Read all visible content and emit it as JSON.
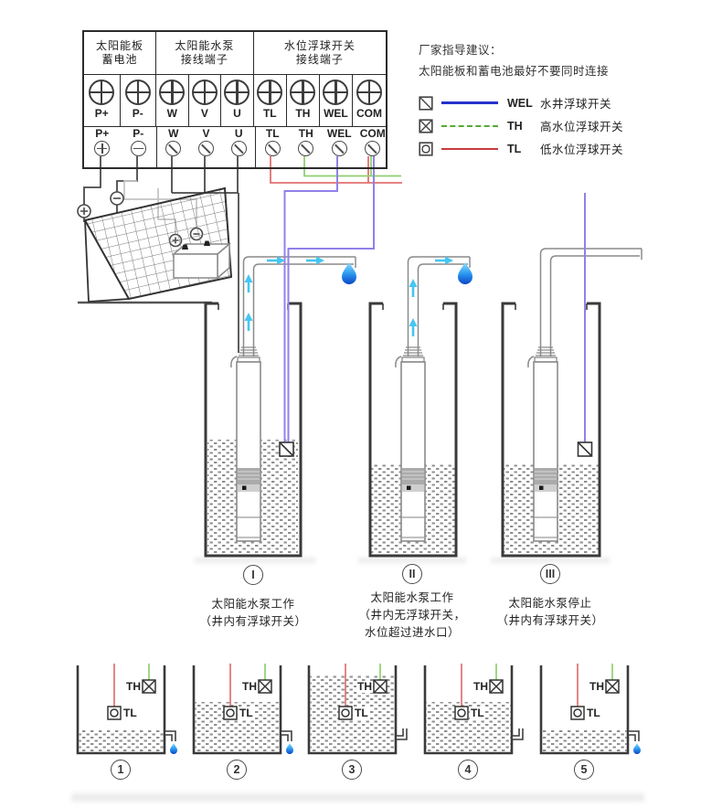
{
  "terminals": {
    "headers": [
      {
        "line1": "太阳能板",
        "line2": "蓄电池"
      },
      {
        "line1": "太阳能水泵",
        "line2": "接线端子"
      },
      {
        "line1": "水位浮球开关",
        "line2": "接线端子"
      }
    ],
    "row2": [
      "P+",
      "P-",
      "W",
      "V",
      "U",
      "TL",
      "TH",
      "WEL",
      "COM"
    ],
    "row3": [
      "P+",
      "P-",
      "W",
      "V",
      "U",
      "TL",
      "TH",
      "WEL",
      "COM"
    ]
  },
  "legend": {
    "title": "厂家指导建议：",
    "subtitle": "太阳能板和蓄电池最好不要同时连接",
    "items": [
      {
        "symbol": "square-diagonal",
        "code": "WEL",
        "label": "水井浮球开关",
        "color": "#2431cc",
        "line_style": "solid"
      },
      {
        "symbol": "square-x",
        "code": "TH",
        "label": "高水位浮球开关",
        "color": "#55aa33",
        "line_style": "dashed"
      },
      {
        "symbol": "square-circle",
        "code": "TL",
        "label": "低水位浮球开关",
        "color": "#c9393c",
        "line_style": "solid"
      }
    ]
  },
  "scenarios": [
    {
      "numeral": "I",
      "lines": [
        "太阳能水泵工作",
        "（井内有浮球开关）"
      ]
    },
    {
      "numeral": "II",
      "lines": [
        "太阳能水泵工作",
        "（井内无浮球开关，",
        "水位超过进水口）"
      ]
    },
    {
      "numeral": "III",
      "lines": [
        "太阳能水泵停止",
        "（井内有浮球开关）"
      ]
    }
  ],
  "tanks": [
    {
      "number": "1",
      "th_label": "TH",
      "tl_label": "TL",
      "water_level": "low",
      "outlet": "flowing"
    },
    {
      "number": "2",
      "th_label": "TH",
      "tl_label": "TL",
      "water_level": "mid",
      "outlet": "flowing"
    },
    {
      "number": "3",
      "th_label": "TH",
      "tl_label": "TL",
      "water_level": "full",
      "outlet": "stopped"
    },
    {
      "number": "4",
      "th_label": "TH",
      "tl_label": "TL",
      "water_level": "mid",
      "outlet": "stopped"
    },
    {
      "number": "5",
      "th_label": "TH",
      "tl_label": "TL",
      "water_level": "low",
      "outlet": "flowing"
    }
  ],
  "colors": {
    "wel_wire": "#9180e8",
    "th_wire": "#8fcf6f",
    "tl_wire": "#e07070",
    "legend_blue": "#2431cc",
    "legend_green": "#55aa33",
    "legend_red": "#c9393c",
    "flow_arrow": "#45c6f2",
    "water_drop": "#2e9bf0",
    "dark_wire": "#4a4a4a"
  }
}
